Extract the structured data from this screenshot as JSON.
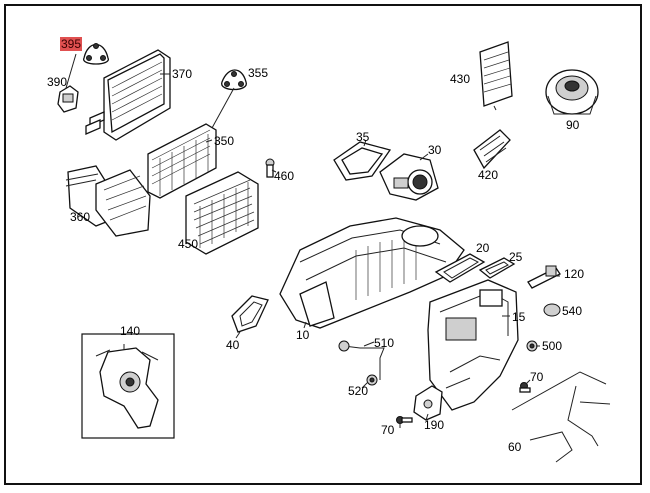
{
  "callouts": {
    "c395": "395",
    "c390": "390",
    "c370": "370",
    "c355": "355",
    "c350": "350",
    "c360": "360",
    "c460": "460",
    "c450": "450",
    "c35": "35",
    "c30": "30",
    "c430": "430",
    "c90": "90",
    "c420": "420",
    "c20": "20",
    "c25": "25",
    "c120": "120",
    "c140": "140",
    "c40": "40",
    "c10": "10",
    "c510": "510",
    "c15": "15",
    "c540": "540",
    "c500": "500",
    "c520": "520",
    "c70a": "70",
    "c70b": "70",
    "c190": "190",
    "c60": "60"
  },
  "colors": {
    "highlight": "#e05050",
    "line": "#111111",
    "background": "#ffffff"
  }
}
